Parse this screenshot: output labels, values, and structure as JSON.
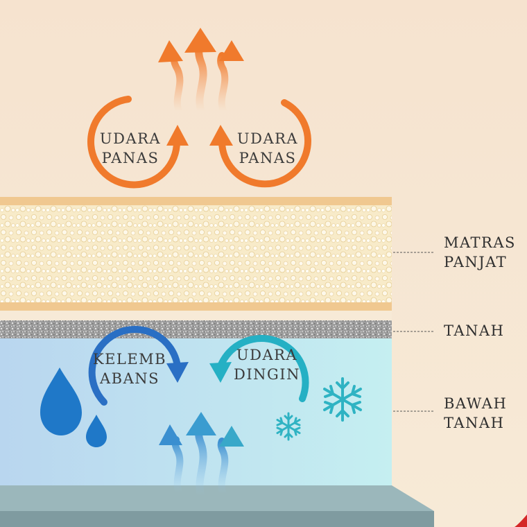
{
  "labels": {
    "hot_left": [
      "UDARA",
      "PANAS"
    ],
    "hot_right": [
      "UDARA",
      "PANAS"
    ],
    "humidity": [
      "KELEMB",
      "ABANS"
    ],
    "cold_air": [
      "UDARA",
      "DINGIN"
    ],
    "mat": [
      "MATRAS",
      "PANJAT"
    ],
    "ground": "TANAH",
    "underground": [
      "BAWAH",
      "TANAH"
    ]
  },
  "colors": {
    "background": "#f6e6d2",
    "hot_arrow": "#f07a2c",
    "humidity_arrow": "#2a6fc4",
    "cold_arrow": "#25b0c4",
    "mat_fill": "#f7e8c2",
    "mat_border": "#f0c890",
    "ground_gravel": "#a8a8a8",
    "underground_left": "#b9d6ef",
    "underground_right": "#c3eef0",
    "base": "#8fa9ad",
    "water_drop": "#1f78c8",
    "snowflake": "#2fb3c3"
  },
  "icons": [
    "hot-air-arrow-icon",
    "humidity-arrow-icon",
    "cold-air-arrow-icon",
    "water-drop-icon",
    "snowflake-icon",
    "heat-wave-icon",
    "rising-air-arrow-icon"
  ]
}
